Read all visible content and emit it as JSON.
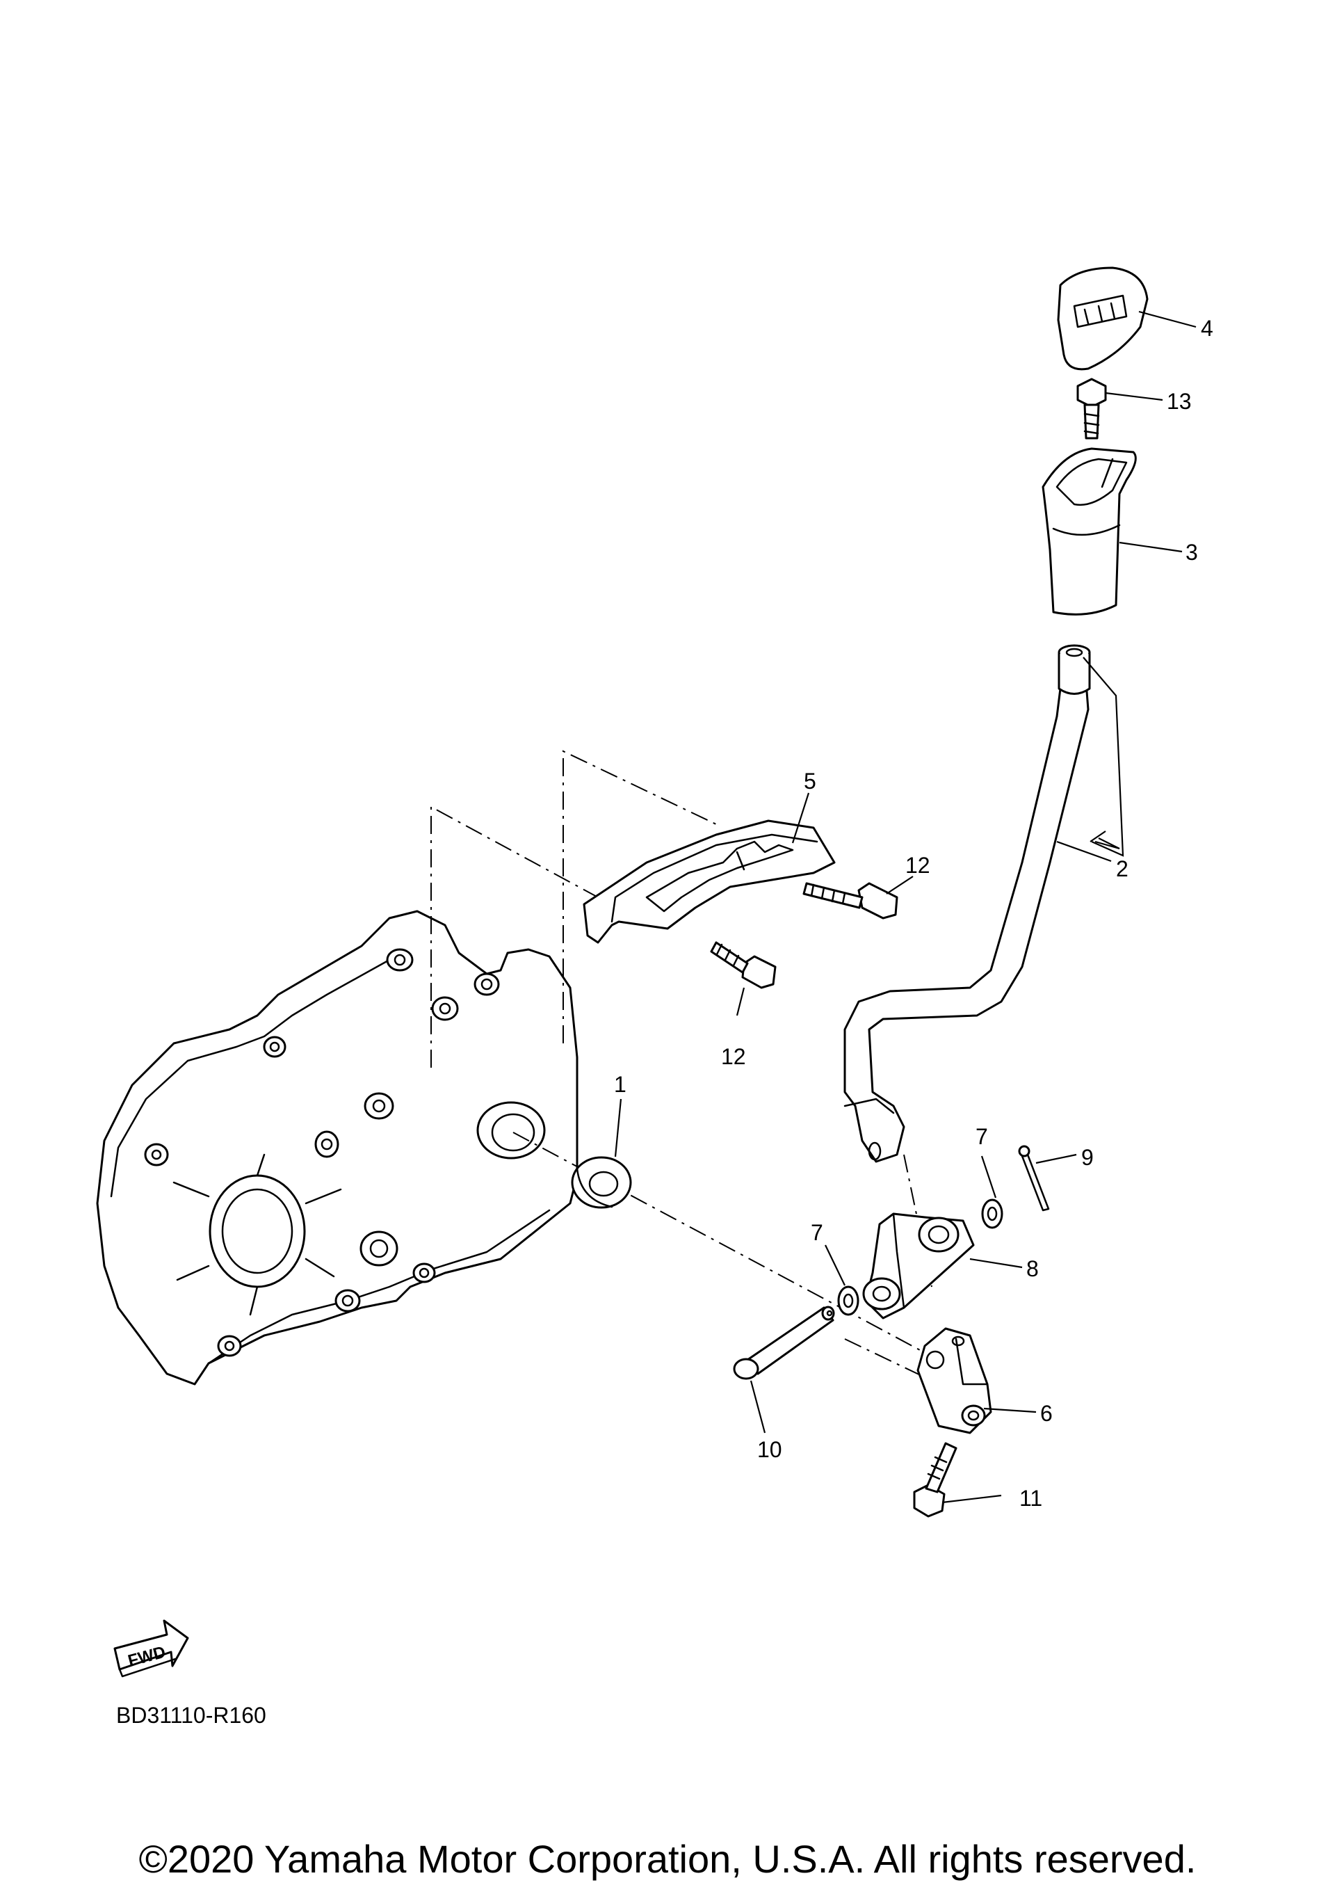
{
  "diagram": {
    "code": "BD31110-R160",
    "fwd_label": "FWD",
    "callouts": {
      "c1": "1",
      "c2": "2",
      "c3": "3",
      "c4": "4",
      "c5": "5",
      "c6": "6",
      "c7a": "7",
      "c7b": "7",
      "c8": "8",
      "c9": "9",
      "c10": "10",
      "c11": "11",
      "c12a": "12",
      "c12b": "12",
      "c13": "13"
    }
  },
  "footer": {
    "copyright": "©2020 Yamaha Motor Corporation, U.S.A. All rights reserved."
  },
  "colors": {
    "line": "#000000",
    "background": "#ffffff"
  }
}
